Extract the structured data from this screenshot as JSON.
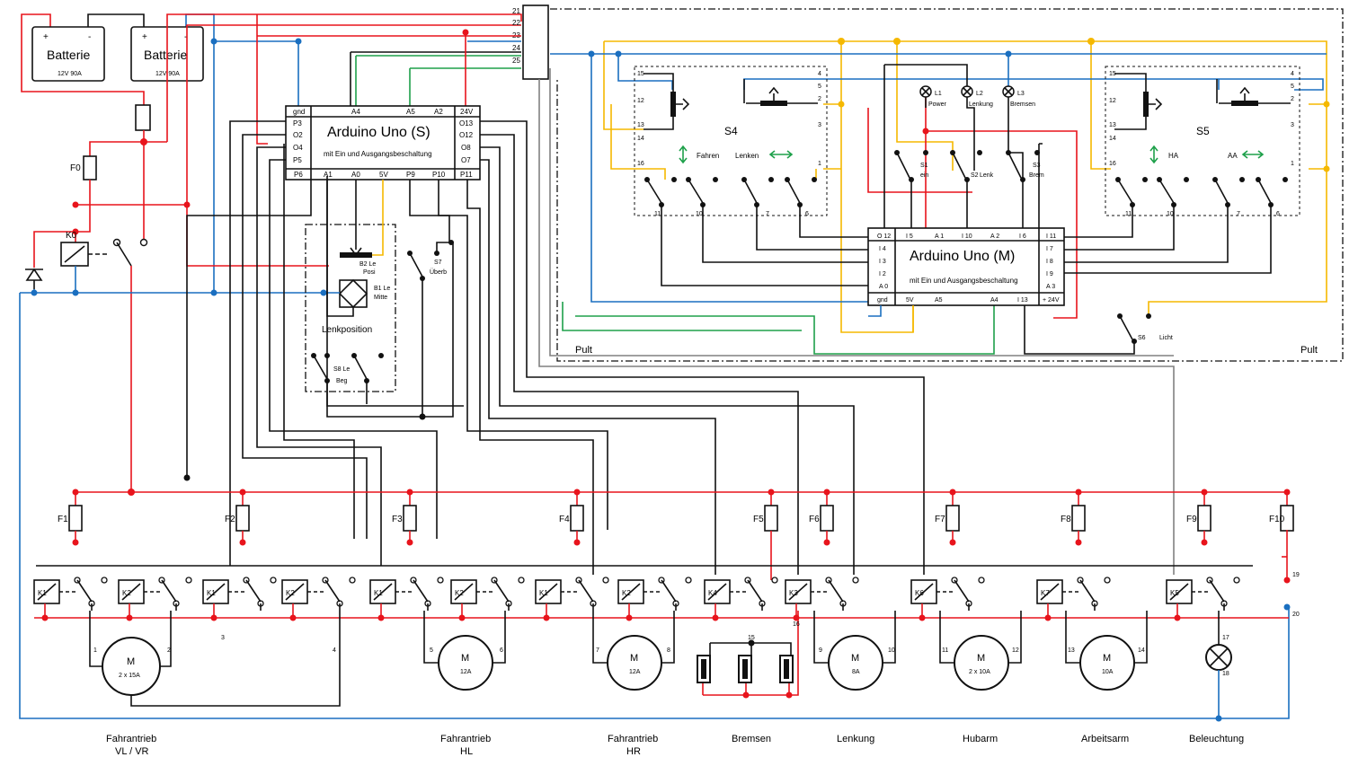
{
  "batteries": [
    {
      "label": "Batterie",
      "spec": "12V 90A",
      "plus": "+",
      "minus": "-"
    },
    {
      "label": "Batterie",
      "spec": "12V 90A",
      "plus": "+",
      "minus": "-"
    }
  ],
  "connector": {
    "pins": [
      "21",
      "22",
      "23",
      "24",
      "25"
    ]
  },
  "arduino_s": {
    "title": "Arduino Uno (S)",
    "subtitle": "mit Ein und Ausgangsbeschaltung",
    "top_pins": [
      "gnd",
      "A4",
      "A5",
      "A2",
      "24V"
    ],
    "left_pins": [
      "P3",
      "O2",
      "O4",
      "P5"
    ],
    "right_pins": [
      "O13",
      "O12",
      "O8",
      "O7"
    ],
    "bottom_pins": [
      "P6",
      "A1",
      "A0",
      "5V",
      "P9",
      "P10",
      "P11"
    ]
  },
  "arduino_m": {
    "title": "Arduino Uno (M)",
    "subtitle": "mit Ein und Ausgangsbeschaltung",
    "top_pins": [
      "O 12",
      "I 5",
      "A 1",
      "I 10",
      "A 2",
      "I 6",
      "I 11"
    ],
    "left_pins": [
      "I 4",
      "I 3",
      "I 2",
      "A 0"
    ],
    "right_pins": [
      "I 7",
      "I 8",
      "I 9",
      "A 3"
    ],
    "bottom_pins": [
      "gnd",
      "5V",
      "A5",
      "A4",
      "I 13",
      "+ 24V"
    ]
  },
  "steering": {
    "group_label": "Lenkposition",
    "b2": "B2 Le",
    "b2_sub": "Posi",
    "b1": "B1 Le",
    "b1_sub": "Mitte",
    "s8": "S8 Le",
    "s8_sub": "Beg",
    "s7": "S7",
    "s7_sub": "Überb"
  },
  "s4": {
    "name": "S4",
    "left": "Fahren",
    "right": "Lenken",
    "pins": [
      "15",
      "12",
      "13",
      "14",
      "16",
      "11",
      "10",
      "7",
      "6",
      "1",
      "3",
      "4",
      "5",
      "2"
    ]
  },
  "s5": {
    "name": "S5",
    "left": "HA",
    "right": "AA",
    "pins": [
      "15",
      "12",
      "13",
      "14",
      "16",
      "11",
      "10",
      "7",
      "6",
      "1",
      "3",
      "4",
      "5",
      "2"
    ]
  },
  "lamps": [
    {
      "id": "L1",
      "label": "Power"
    },
    {
      "id": "L2",
      "label": "Lenkung"
    },
    {
      "id": "L3",
      "label": "Bremsen"
    }
  ],
  "switches": [
    {
      "id": "S1",
      "label": "ein"
    },
    {
      "id": "S2",
      "label": "Lenk"
    },
    {
      "id": "S3",
      "label": "Brem"
    },
    {
      "id": "S6",
      "label": "Licht"
    }
  ],
  "pult_label": "Pult",
  "f0": "F0",
  "k0": "K0",
  "fuses": [
    "F1",
    "F2",
    "F3",
    "F4",
    "F5",
    "F6",
    "F7",
    "F8",
    "F9",
    "F10"
  ],
  "relays": [
    "K1",
    "K2",
    "K1",
    "K2",
    "K1",
    "K2",
    "K1",
    "K2",
    "K4",
    "K3",
    "K6",
    "K7",
    "K5"
  ],
  "motors": [
    {
      "symbol": "M",
      "rating": "2 x 15A"
    },
    {
      "symbol": "M",
      "rating": "12A"
    },
    {
      "symbol": "M",
      "rating": "12A"
    },
    {
      "symbol": "M",
      "rating": "8A"
    },
    {
      "symbol": "M",
      "rating": "2 x 10A"
    },
    {
      "symbol": "M",
      "rating": "10A"
    }
  ],
  "terminal_numbers": [
    "1",
    "2",
    "3",
    "4",
    "5",
    "6",
    "7",
    "8",
    "9",
    "10",
    "11",
    "12",
    "13",
    "14",
    "15",
    "16",
    "17",
    "18",
    "19",
    "20"
  ],
  "groups": [
    {
      "line1": "Fahrantrieb",
      "line2": "VL / VR"
    },
    {
      "line1": "Fahrantrieb",
      "line2": "HL"
    },
    {
      "line1": "Fahrantrieb",
      "line2": "HR"
    },
    {
      "line1": "Bremsen",
      "line2": ""
    },
    {
      "line1": "Lenkung",
      "line2": ""
    },
    {
      "line1": "Hubarm",
      "line2": ""
    },
    {
      "line1": "Arbeitsarm",
      "line2": ""
    },
    {
      "line1": "Beleuchtung",
      "line2": ""
    }
  ],
  "colors": {
    "power": "#e8141c",
    "ground": "#1a6fc0",
    "signal_green": "#1ea04a",
    "signal_yellow": "#f5b800",
    "signal_grey": "#808080",
    "wire": "#111111"
  }
}
